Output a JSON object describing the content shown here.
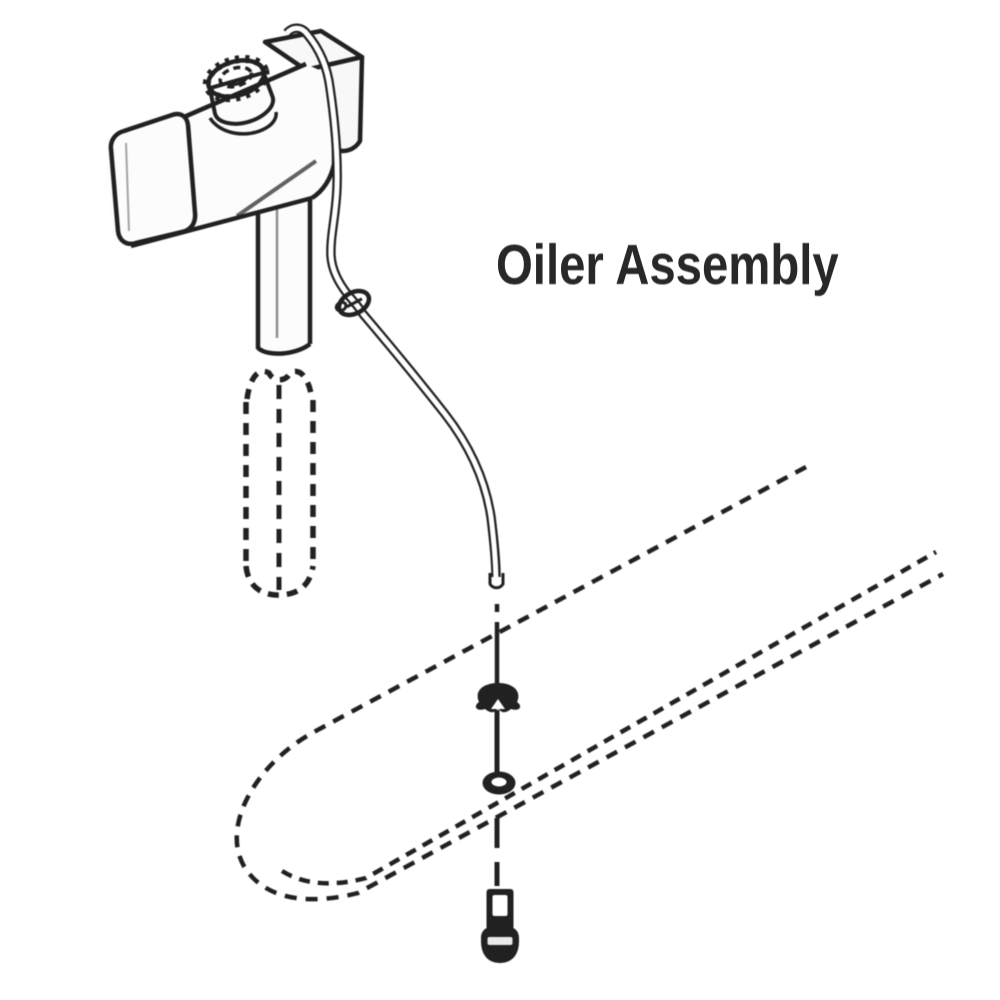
{
  "canvas": {
    "background": "#ffffff"
  },
  "diagram": {
    "title": "Oiler Assembly",
    "title_color": "#282828",
    "line_color": "#212121",
    "surface_fill": "#f8f8f8",
    "parts": [
      {
        "name": "oil-tank"
      },
      {
        "name": "filler-cap"
      },
      {
        "name": "mounting-bracket"
      },
      {
        "name": "mounting-post"
      },
      {
        "name": "hidden-post"
      },
      {
        "name": "oil-tube"
      },
      {
        "name": "tube-clamp"
      },
      {
        "name": "guide-bar"
      },
      {
        "name": "center-line"
      },
      {
        "name": "flange-nut"
      },
      {
        "name": "flat-washer"
      },
      {
        "name": "mounting-bolt"
      }
    ]
  }
}
